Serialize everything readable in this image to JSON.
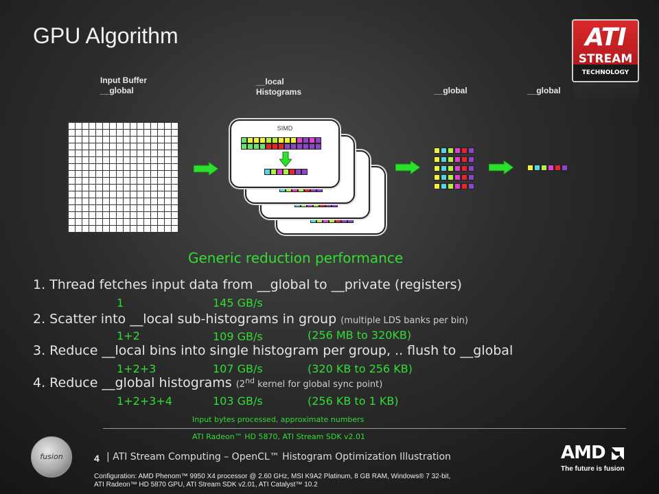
{
  "title": "GPU Algorithm",
  "labels": {
    "input_buffer": [
      "Input Buffer",
      "__global"
    ],
    "local_histograms": [
      "__local",
      "Histograms"
    ],
    "global_1": "__global",
    "global_2": "__global",
    "simd": "SIMD"
  },
  "subtitle": "Generic reduction performance",
  "steps": [
    {
      "text": "1. Thread fetches input data from __global to __private (registers)",
      "note": "",
      "combo": "1",
      "rate": "145 GB/s",
      "size": ""
    },
    {
      "text": "2. Scatter into __local sub-histograms in group ",
      "note": "(multiple LDS banks per bin)",
      "combo": "1+2",
      "rate": "109 GB/s",
      "size": "(256 MB to 320KB)"
    },
    {
      "text": "3. Reduce __local bins into single histogram per group, .. flush to __global",
      "note": "",
      "combo": "1+2+3",
      "rate": "107 GB/s",
      "size": "(320 KB to 256 KB)"
    },
    {
      "text": "4. Reduce __global histograms ",
      "note_pre": "(2",
      "note_sup": "nd",
      "note_post": " kernel for global sync point)",
      "combo": "1+2+3+4",
      "rate": "103 GB/s",
      "size": "(256 KB to 1 KB)"
    }
  ],
  "footnote_1": "Input bytes processed, approximate numbers",
  "footnote_2": "ATI Radeon™ HD 5870, ATI Stream SDK v2.01",
  "page_number": "4",
  "footer_text": "| ATI Stream Computing – OpenCL™ Histogram Optimization Illustration",
  "config_lines": [
    "Configuration: AMD Phenom™ 9950 X4 processor @ 2.60 GHz, MSI K9A2 Platinum, 8 GB RAM, Windows® 7 32-bit,",
    "ATI Radeon™ HD 5870 GPU, ATI Stream SDK v2.01, ATI Catalyst™ 10.2"
  ],
  "logos": {
    "ati": "ATI",
    "stream": "STREAM",
    "technology": "TECHNOLOGY",
    "fusion": "fusion",
    "amd": "AMD",
    "amd_tagline": "The future is fusion"
  },
  "colors": {
    "accent_green": "#33dd33",
    "ati_red": "#c0191d",
    "cell_yellow": "#f2f23a",
    "cell_green": "#6ee06e",
    "cell_red": "#e8262a",
    "cell_purple": "#8a45c9",
    "cell_pink": "#e23fd0",
    "cell_cyan": "#4fd8e0",
    "cell_lime": "#b4f040"
  }
}
